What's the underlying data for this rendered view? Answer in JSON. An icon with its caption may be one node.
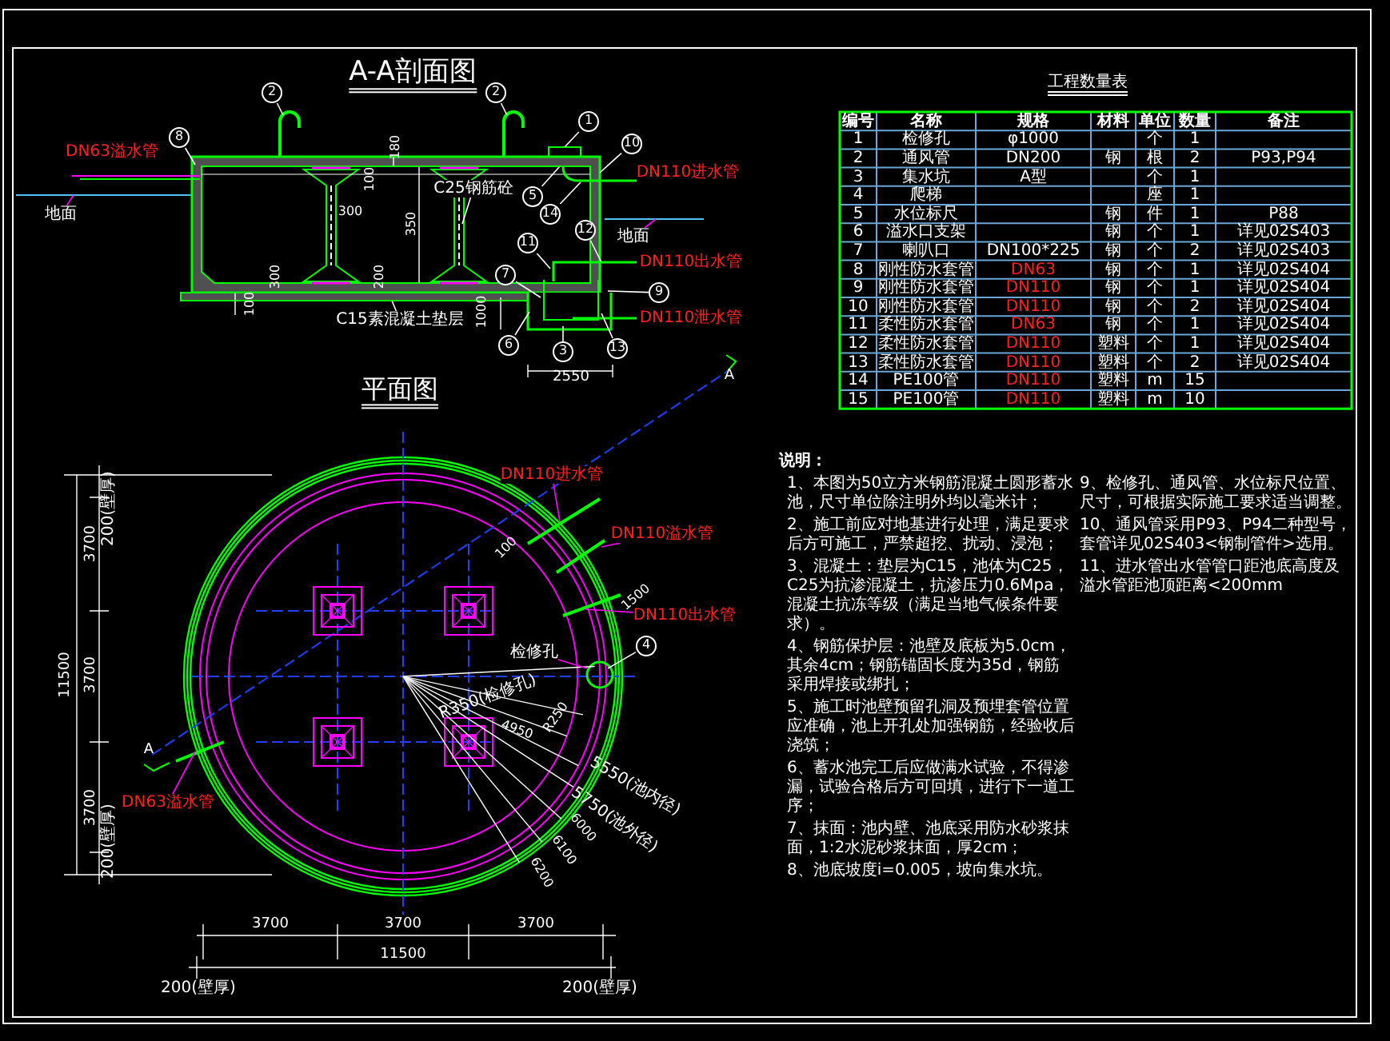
{
  "diagram": {
    "nodes": [
      {
        "text": [
          "2"
        ]
      },
      {
        "text": [
          "2"
        ]
      },
      {
        "text": [
          "8"
        ]
      },
      {
        "text": [
          "1"
        ]
      },
      {
        "text": [
          "10"
        ]
      },
      {
        "text": [
          "5"
        ]
      },
      {
        "text": [
          "14"
        ]
      },
      {
        "text": [
          "12"
        ]
      },
      {
        "text": [
          "11"
        ]
      },
      {
        "text": [
          "7"
        ]
      },
      {
        "text": [
          "9"
        ]
      },
      {
        "text": [
          "6"
        ]
      },
      {
        "text": [
          "3"
        ]
      },
      {
        "text": [
          "13"
        ]
      },
      {
        "text": [
          "地面"
        ]
      },
      {
        "text": [
          "地面"
        ]
      },
      {
        "text": [
          "C25钢筋砼"
        ]
      },
      {
        "text": [
          "C15素混凝土垫层"
        ]
      },
      {
        "text": [
          "DN110进水管"
        ]
      },
      {
        "text": [
          "DN110溢水管"
        ]
      },
      {
        "text": [
          "DN110出水管"
        ]
      },
      {
        "text": [
          "DN63溢水管"
        ]
      },
      {
        "text": [
          "检修孔"
        ]
      },
      {
        "text": [
          "4"
        ]
      }
    ],
    "edges": [
      {
        "from": 0,
        "to": null,
        "arrow": "none"
      },
      {
        "from": 1,
        "to": null,
        "arrow": "none"
      },
      {
        "from": 2,
        "to": null,
        "arrow": "none"
      },
      {
        "from": 3,
        "to": null,
        "arrow": "none"
      },
      {
        "from": 4,
        "to": null,
        "arrow": "none"
      },
      {
        "from": 5,
        "to": null,
        "arrow": "none"
      },
      {
        "from": 6,
        "to": null,
        "arrow": "none"
      },
      {
        "from": 7,
        "to": null,
        "arrow": "none"
      },
      {
        "from": 8,
        "to": null,
        "arrow": "none"
      },
      {
        "from": 9,
        "to": null,
        "arrow": "none"
      },
      {
        "from": 10,
        "to": null,
        "arrow": "none"
      },
      {
        "from": 11,
        "to": null,
        "arrow": "none"
      },
      {
        "from": 12,
        "to": null,
        "arrow": "none"
      },
      {
        "from": 13,
        "to": null,
        "arrow": "none"
      },
      {
        "from": 14,
        "to": null,
        "arrow": "none",
        "color": "#ff00ff"
      },
      {
        "from": 15,
        "to": null,
        "arrow": "none",
        "color": "#ff00ff"
      },
      {
        "from": 16,
        "to": null,
        "arrow": "none"
      },
      {
        "from": 17,
        "to": null,
        "arrow": "none"
      },
      {
        "from": 18,
        "to": null,
        "arrow": "none",
        "color": "#ff00ff"
      },
      {
        "from": 19,
        "to": null,
        "arrow": "none",
        "color": "#ff00ff"
      },
      {
        "from": 20,
        "to": null,
        "arrow": "none",
        "color": "#ff00ff"
      },
      {
        "from": 21,
        "to": null,
        "arrow": "none",
        "color": "#ff00ff"
      },
      {
        "from": 22,
        "to": null,
        "arrow": "none",
        "color": "#ff00ff"
      },
      {
        "from": 23,
        "to": null,
        "arrow": "none"
      }
    ],
    "labels": [
      "A-A剖面图",
      "DN63溢水管",
      "DN110进水管",
      "DN110出水管",
      "DN110泄水管",
      "180",
      "100",
      "300",
      "350",
      "300",
      "200",
      "100",
      "1000",
      "2550",
      "工程数量表",
      "编号",
      "名称",
      "规格",
      "材料",
      "单位",
      "数量",
      "备注",
      "1",
      "检修孔",
      "φ1000",
      "个",
      "1",
      "2",
      "通风管",
      "DN200",
      "钢",
      "根",
      "2",
      "P93,P94",
      "3",
      "集水坑",
      "A型",
      "个",
      "1",
      "4",
      "爬梯",
      "座",
      "1",
      "5",
      "水位标尺",
      "钢",
      "件",
      "1",
      "P88",
      "6",
      "溢水口支架",
      "钢",
      "个",
      "1",
      "详见02S403",
      "7",
      "喇叭口",
      "DN100*225",
      "钢",
      "个",
      "2",
      "详见02S403",
      "8",
      "刚性防水套管",
      "DN63",
      "钢",
      "个",
      "1",
      "详见02S404",
      "9",
      "刚性防水套管",
      "DN110",
      "钢",
      "个",
      "1",
      "详见02S404",
      "10",
      "刚性防水套管",
      "DN110",
      "钢",
      "个",
      "2",
      "详见02S404",
      "11",
      "柔性防水套管",
      "DN63",
      "钢",
      "个",
      "1",
      "详见02S404",
      "12",
      "柔性防水套管",
      "DN110",
      "塑料",
      "个",
      "1",
      "详见02S404",
      "13",
      "柔性防水套管",
      "DN110",
      "塑料",
      "个",
      "2",
      "详见02S404",
      "14",
      "PE100管",
      "DN110",
      "塑料",
      "m",
      "15",
      "15",
      "PE100管",
      "DN110",
      "塑料",
      "m",
      "10",
      "说明：",
      "1、本图为50立方米钢筋混凝土圆形蓄水池，尺寸单位除注明外均以毫米计；",
      "2、施工前应对地基进行处理，满足要求后方可施工，严禁超挖、扰动、浸泡；",
      "3、混凝土：垫层为C15，池体为C25，C25为抗渗混凝土，抗渗压力0.6Mpa，混凝土抗冻等级（满足当地气候条件要求）。",
      "4、钢筋保护层：池壁及底板为5.0cm，其余4cm；钢筋锚固长度为35d，钢筋采用焊接或绑扎；",
      "5、施工时池壁预留孔洞及预埋套管位置应准确，池上开孔处加强钢筋，经验收后浇筑；",
      "6、蓄水池完工后应做满水试验，不得渗漏，试验合格后方可回填，进行下一道工序；",
      "7、抹面：池内壁、池底采用防水砂浆抹面，1:2水泥砂浆抹面，厚2cm；",
      "8、池底坡度i=0.005，坡向集水坑。",
      "9、检修孔、通风管、水位标尺位置、尺寸，可根据实际施工要求适当调整。",
      "10、通风管采用P93、P94二种型号，套管详见02S403<钢制管件>选用。",
      "11、进水管出水管管口距池底高度及溢水管距池顶距离<200mm",
      "平面图",
      "A",
      "A",
      "11500",
      "3700",
      "3700",
      "3700",
      "200(壁厚)",
      "200(壁厚)",
      "3700",
      "3700",
      "3700",
      "11500",
      "200(壁厚)",
      "200(壁厚)",
      "100",
      "1500",
      "R350(检修孔)",
      "R250",
      "4950",
      "5550(池内径)",
      "5750(池外径)",
      "6000",
      "6100",
      "6200"
    ]
  }
}
